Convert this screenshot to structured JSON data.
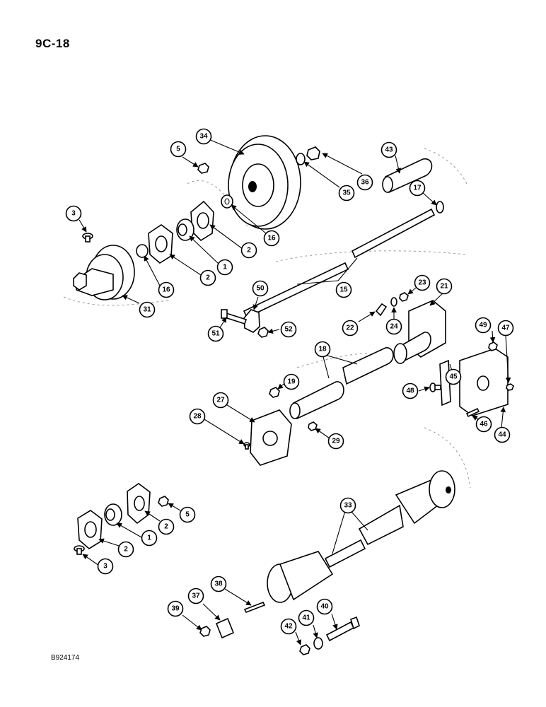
{
  "page_id": "9C-18",
  "drawing_number": "B924174",
  "callouts": [
    "1",
    "2",
    "3",
    "5",
    "15",
    "16",
    "17",
    "18",
    "19",
    "21",
    "22",
    "23",
    "24",
    "27",
    "28",
    "29",
    "31",
    "33",
    "34",
    "35",
    "36",
    "37",
    "38",
    "39",
    "40",
    "41",
    "42",
    "43",
    "44",
    "45",
    "46",
    "47",
    "48",
    "49",
    "50",
    "51",
    "52"
  ]
}
